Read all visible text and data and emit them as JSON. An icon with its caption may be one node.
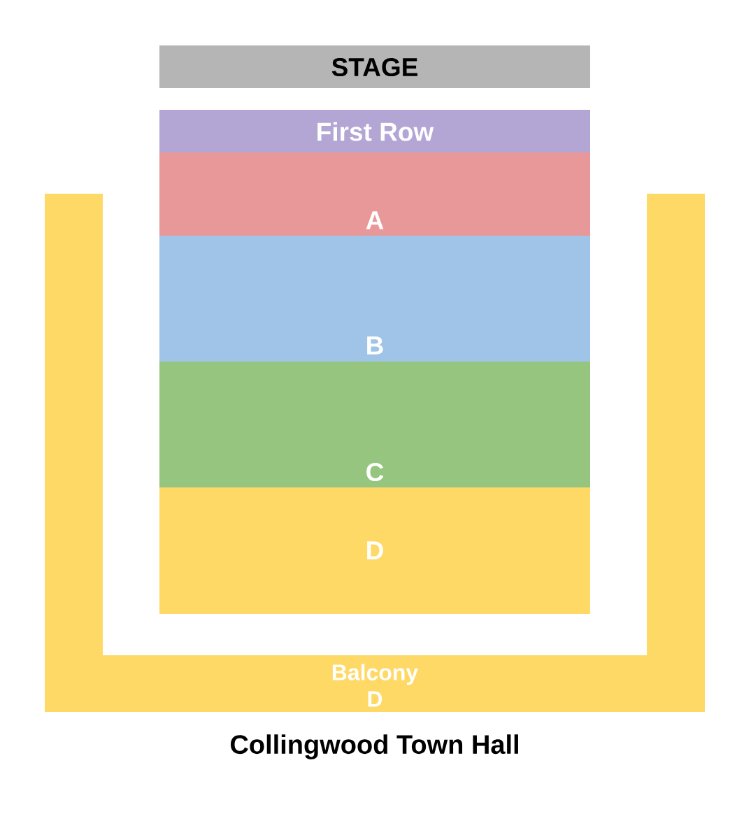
{
  "diagram": {
    "title": "Collingwood Town Hall",
    "nodes": [
      {
        "text": [
          "STAGE"
        ]
      },
      {
        "text": [
          "First Row"
        ]
      },
      {
        "text": [
          "A"
        ]
      },
      {
        "text": [
          "B"
        ]
      },
      {
        "text": [
          "C"
        ]
      },
      {
        "text": [
          "D"
        ]
      },
      {
        "text": [
          "Balcony",
          "D"
        ]
      }
    ]
  }
}
